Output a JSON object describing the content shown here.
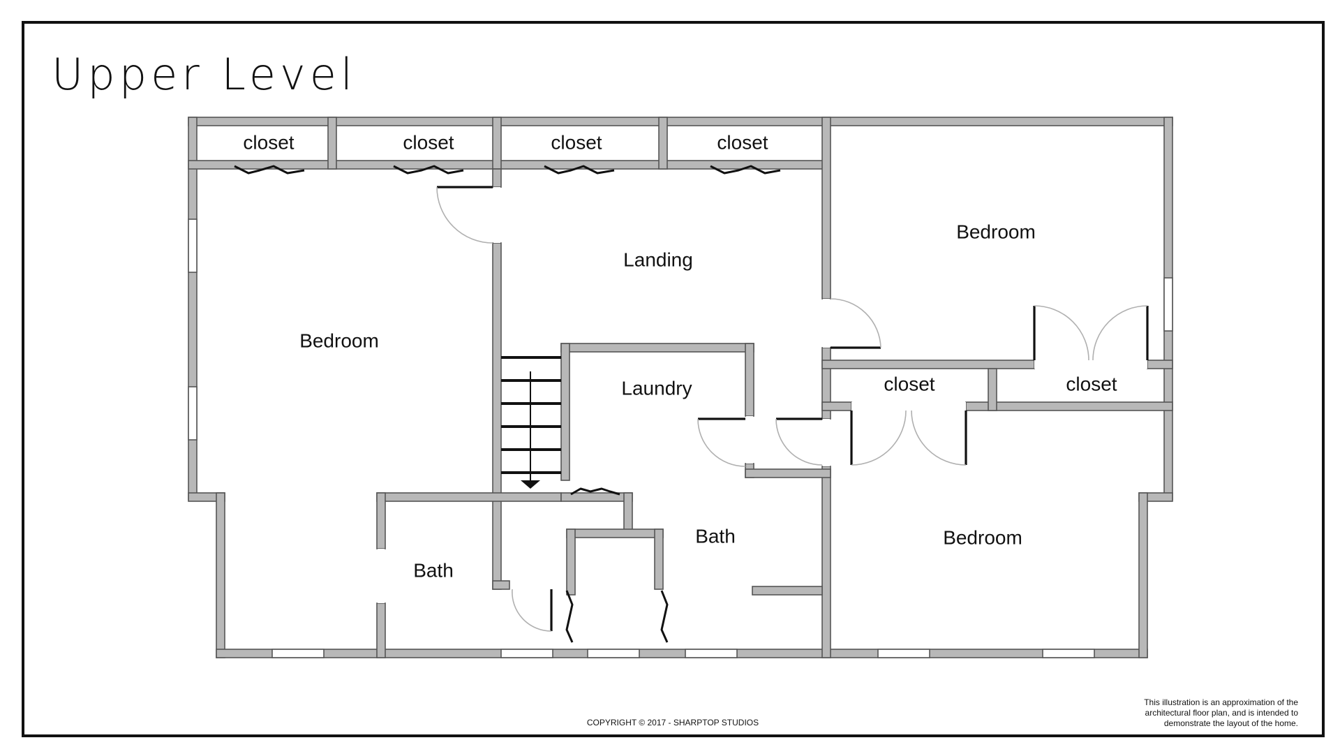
{
  "title": "Upper Level",
  "rooms": {
    "closet_1": "closet",
    "closet_2": "closet",
    "closet_3": "closet",
    "closet_4": "closet",
    "closet_5": "closet",
    "closet_6": "closet",
    "bedroom_left": "Bedroom",
    "landing": "Landing",
    "bedroom_top_right": "Bedroom",
    "laundry": "Laundry",
    "bath_left": "Bath",
    "bath_center": "Bath",
    "bedroom_bottom_right": "Bedroom"
  },
  "footer": {
    "copyright": "COPYRIGHT © 2017 - SHARPTOP STUDIOS",
    "disclaimer": [
      "This illustration is an approximation of the",
      "architectural floor plan, and is intended to",
      "demonstrate the layout of the home."
    ]
  },
  "colors": {
    "wall": "#b8b8b8",
    "wall_outline": "#555555",
    "ink": "#111111"
  }
}
